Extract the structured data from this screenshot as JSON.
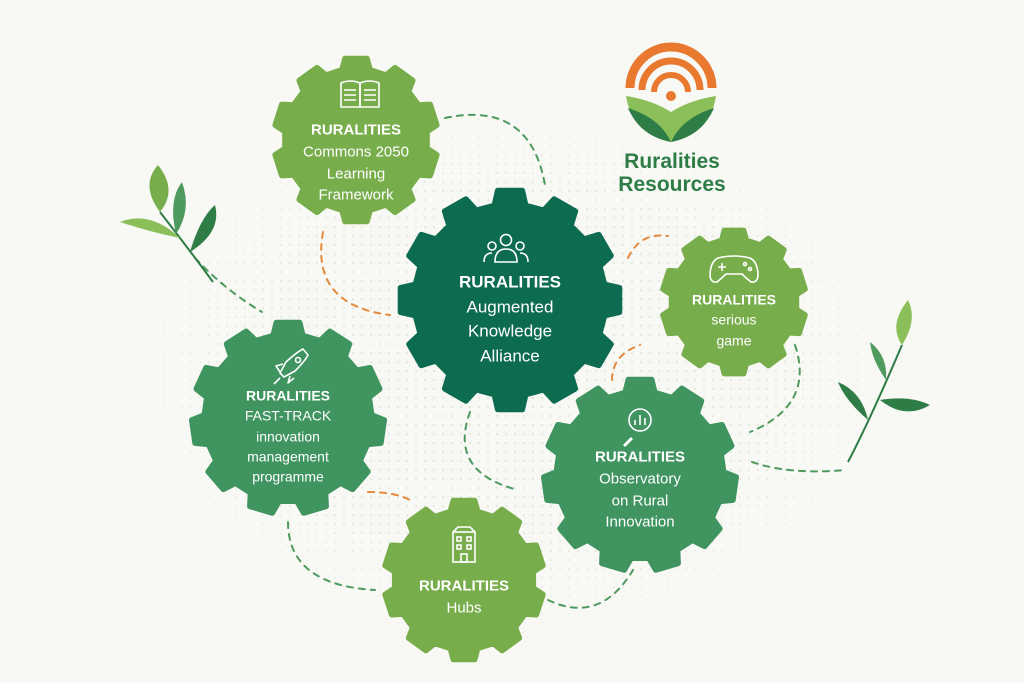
{
  "logo": {
    "line1": "Ruralities",
    "line2": "Resources",
    "colors": {
      "arcs": "#e8792f",
      "leaf_dark": "#2e7d46",
      "leaf_light": "#8bbf5a",
      "text": "#2e7d46"
    }
  },
  "colors": {
    "gear_dark": "#0d6b50",
    "gear_mid": "#3f9460",
    "gear_light": "#78ad4c",
    "dash_orange": "#e58a3c",
    "dash_green": "#4f9a5e",
    "background": "#f8f8f4"
  },
  "gears": [
    {
      "id": "commons",
      "icon": "book-icon",
      "title": "RURALITIES",
      "text": "Commons 2050\nLearning\nFramework"
    },
    {
      "id": "alliance",
      "icon": "people-icon",
      "title": "RURALITIES",
      "text": "Augmented\nKnowledge\nAlliance"
    },
    {
      "id": "game",
      "icon": "gamepad-icon",
      "title": "RURALITIES",
      "text": "serious\ngame"
    },
    {
      "id": "fasttrack",
      "icon": "rocket-icon",
      "title": "RURALITIES",
      "text": "FAST-TRACK\ninnovation\nmanagement\nprogramme"
    },
    {
      "id": "observatory",
      "icon": "magnifier-chart-icon",
      "title": "RURALITIES",
      "text": "Observatory\non Rural\nInnovation"
    },
    {
      "id": "hubs",
      "icon": "building-icon",
      "title": "RURALITIES",
      "text": "Hubs"
    }
  ]
}
